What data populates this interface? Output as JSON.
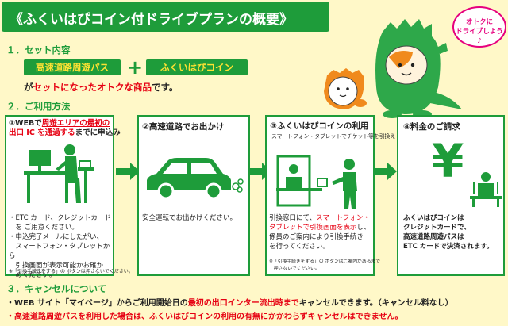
{
  "title": "《ふくいはぴコイン付ドライブプランの概要》",
  "section1": {
    "heading": "１．セット内容",
    "pill_left": "高速道路周遊パス",
    "plus": "+",
    "pill_right": "ふくいはぴコイン",
    "desc_prefix": "が",
    "desc_highlight": "セットになったオトクな商品",
    "desc_suffix": "です。"
  },
  "section2": {
    "heading": "２．ご利用方法",
    "box1": {
      "title_prefix": "①WEBで",
      "title_red1": "周遊エリアの最初の",
      "title_red2": "出口 IC を通過する",
      "title_suffix": "までに申込み",
      "bullet1": "・ETC カード、クレジットカード",
      "bullet1b": "　を ご用意ください。",
      "bullet2": "・申込完了メールにしたがい、",
      "bullet2b": "　スマートフォン・タブレットから",
      "bullet2c": "　引換画面が表示可能かお確か",
      "bullet2d": "　めください。",
      "note": "※「引換手続きをする」の ボタンは押さないでください。"
    },
    "box2": {
      "title": "②高速道路でお出かけ",
      "body": "安全運転でお出かけください。"
    },
    "box3": {
      "title": "③ふくいはぴコインの利用",
      "subtitle": "スマートフォン・タブレットでチケット等を引換え",
      "line1": "引換窓口にて、",
      "line1_red": "スマートフォン・",
      "line2_red": "タブレットで引換画面を表示",
      "line2": "し、",
      "line3": "係員のご案内により引換手続き",
      "line4": "を行ってください。",
      "note1": "※「引換手続きをする」の ボタンはご案内があるまで",
      "note2": "　押さないでください。"
    },
    "box4": {
      "title": "④料金のご請求",
      "yen": "¥",
      "line1": "ふくいはぴコインは",
      "line2": "クレジットカードで、",
      "line3": "高速道路周遊パスは",
      "line4": "ETC カードで決済されます。"
    }
  },
  "section3": {
    "heading": "３．キャンセルについて",
    "line1_prefix": "・WEB サイト「マイページ」からご利用開始日の",
    "line1_red": "最初の出口インター流出時まで",
    "line1_suffix": "キャンセルできます。（キャンセル料なし）",
    "line2_red": "・高速道路周遊パスを利用した場合は、ふくいはぴコインの利用の有無にかかわらずキャンセルはできません。"
  },
  "mascot": {
    "speech1": "オトクに",
    "speech2": "ドライブしよう♪"
  },
  "colors": {
    "brand_green": "#1e9c3a",
    "accent_yellow": "#ffe233",
    "alert_red": "#e60012",
    "speech_pink": "#e6007e",
    "background": "#fff8c8"
  }
}
